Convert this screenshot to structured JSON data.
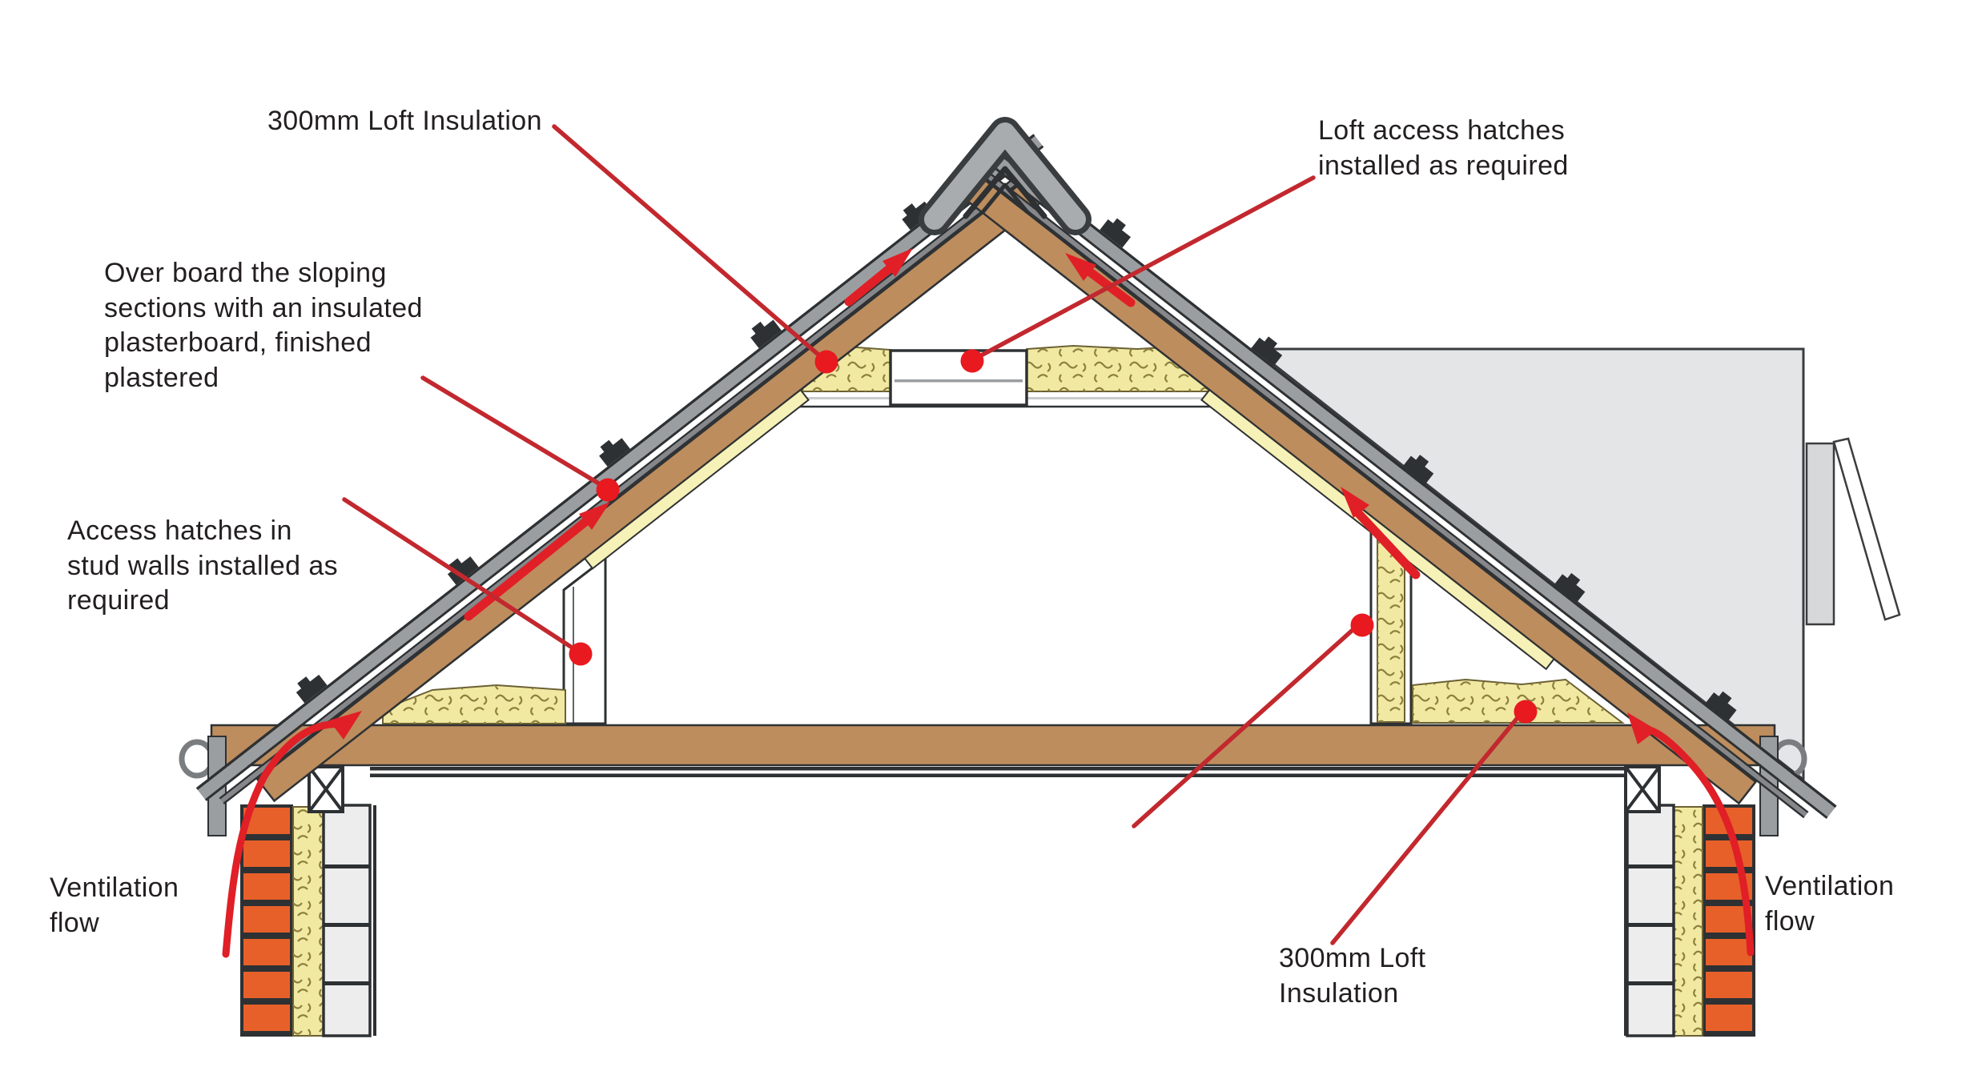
{
  "diagram": {
    "title_hidden": "",
    "labels": {
      "loft_insulation_top": "300mm Loft Insulation",
      "loft_access_hatches": "Loft access hatches\ninstalled as required",
      "over_board": "Over board the sloping\nsections with an insulated\nplasterboard, finished\nplastered",
      "access_hatches_stud": "Access hatches in\nstud walls installed as\nrequired",
      "ventilation_flow_left": "Ventilation\nflow",
      "ventilation_flow_right": "Ventilation\nflow",
      "loft_insulation_bottom": "300mm Loft\nInsulation"
    },
    "colors": {
      "callout_red": "#c2282e",
      "arrow_red": "#e01f26",
      "dot_red": "#e8191f",
      "rafter_brown": "#bd8d5e",
      "insulation_yellow": "#f1e9a2",
      "board_yellow": "#f6f1b6",
      "tile_grey": "#9b9ea0",
      "building_grey": "#e4e5e7",
      "brick_orange": "#e7602a",
      "block_grey": "#ededee",
      "outline_dark": "#2e3133",
      "text": "#231f20"
    }
  }
}
